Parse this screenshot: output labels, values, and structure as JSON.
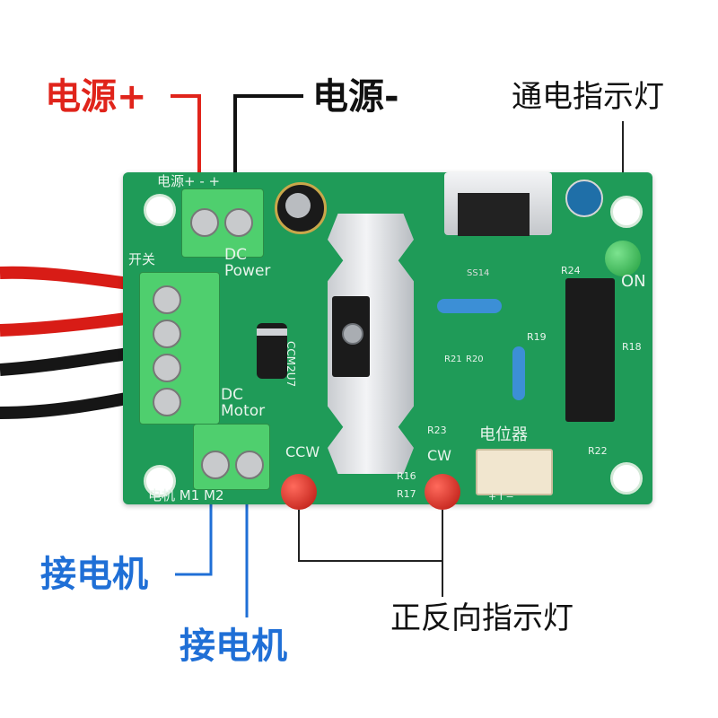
{
  "callouts": {
    "power_plus": "电源+",
    "power_minus": "电源-",
    "power_led": "通电指示灯",
    "motor_a": "接电机",
    "motor_b": "接电机",
    "direction_leds": "正反向指示灯"
  },
  "silkscreen": {
    "power_label": "电源+  -  +",
    "switch_label": "开关",
    "dc_power": "DC\nPower",
    "dc_motor": "DC\nMotor",
    "motor_label": "电机  M1  M2",
    "ccw": "CCW",
    "cw": "CW",
    "pot_label": "电位器",
    "on": "ON",
    "pot_pins": "+  I  −",
    "diode_code": "CCM2U7",
    "ss14": "SS14",
    "refs": [
      "R24",
      "R19",
      "R18",
      "R21",
      "R20",
      "R23",
      "R16",
      "R17",
      "R22"
    ]
  },
  "colors": {
    "pcb": "#1f9b58",
    "terminal": "#4fcf6e",
    "red_annotation": "#e0241b",
    "blue_annotation": "#1f6fd6",
    "black_annotation": "#111111"
  }
}
